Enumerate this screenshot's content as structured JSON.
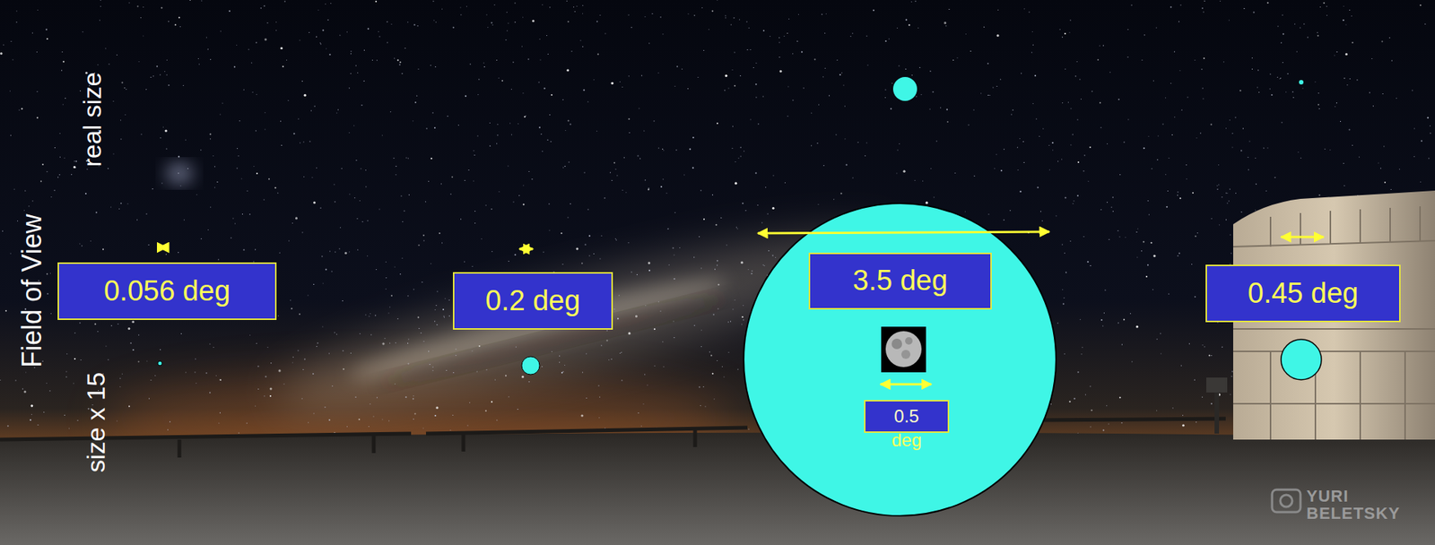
{
  "diagram": {
    "nodes": [
      {
        "text": [
          "0.056 deg"
        ]
      },
      {
        "text": [
          "0.2 deg"
        ]
      },
      {
        "text": [
          "3.5 deg"
        ]
      },
      {
        "text": [
          "0.5",
          "deg"
        ]
      },
      {
        "text": [
          "0.45 deg"
        ]
      }
    ],
    "labels": [
      "Field of View",
      "real size",
      "size x 15",
      "YURI BELETSKY"
    ]
  }
}
